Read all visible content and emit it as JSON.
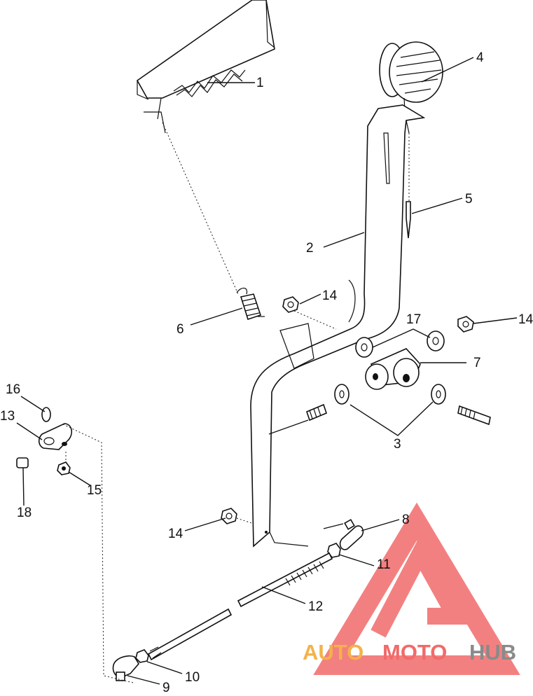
{
  "callouts": {
    "c1": "1",
    "c2": "2",
    "c3": "3",
    "c4": "4",
    "c5": "5",
    "c6": "6",
    "c7": "7",
    "c8": "8",
    "c9": "9",
    "c10": "10",
    "c11": "11",
    "c12": "12",
    "c13": "13",
    "c14a": "14",
    "c14b": "14",
    "c14c": "14",
    "c15": "15",
    "c16": "16",
    "c17": "17",
    "c18": "18"
  },
  "watermark": {
    "auto": "AUTO",
    "moto": "MOTO",
    "hub": "HUB"
  },
  "colors": {
    "logo_orange": "#f3b24a",
    "logo_red": "#f26a6a",
    "logo_gray": "#8a8a8a",
    "line": "#111111"
  }
}
